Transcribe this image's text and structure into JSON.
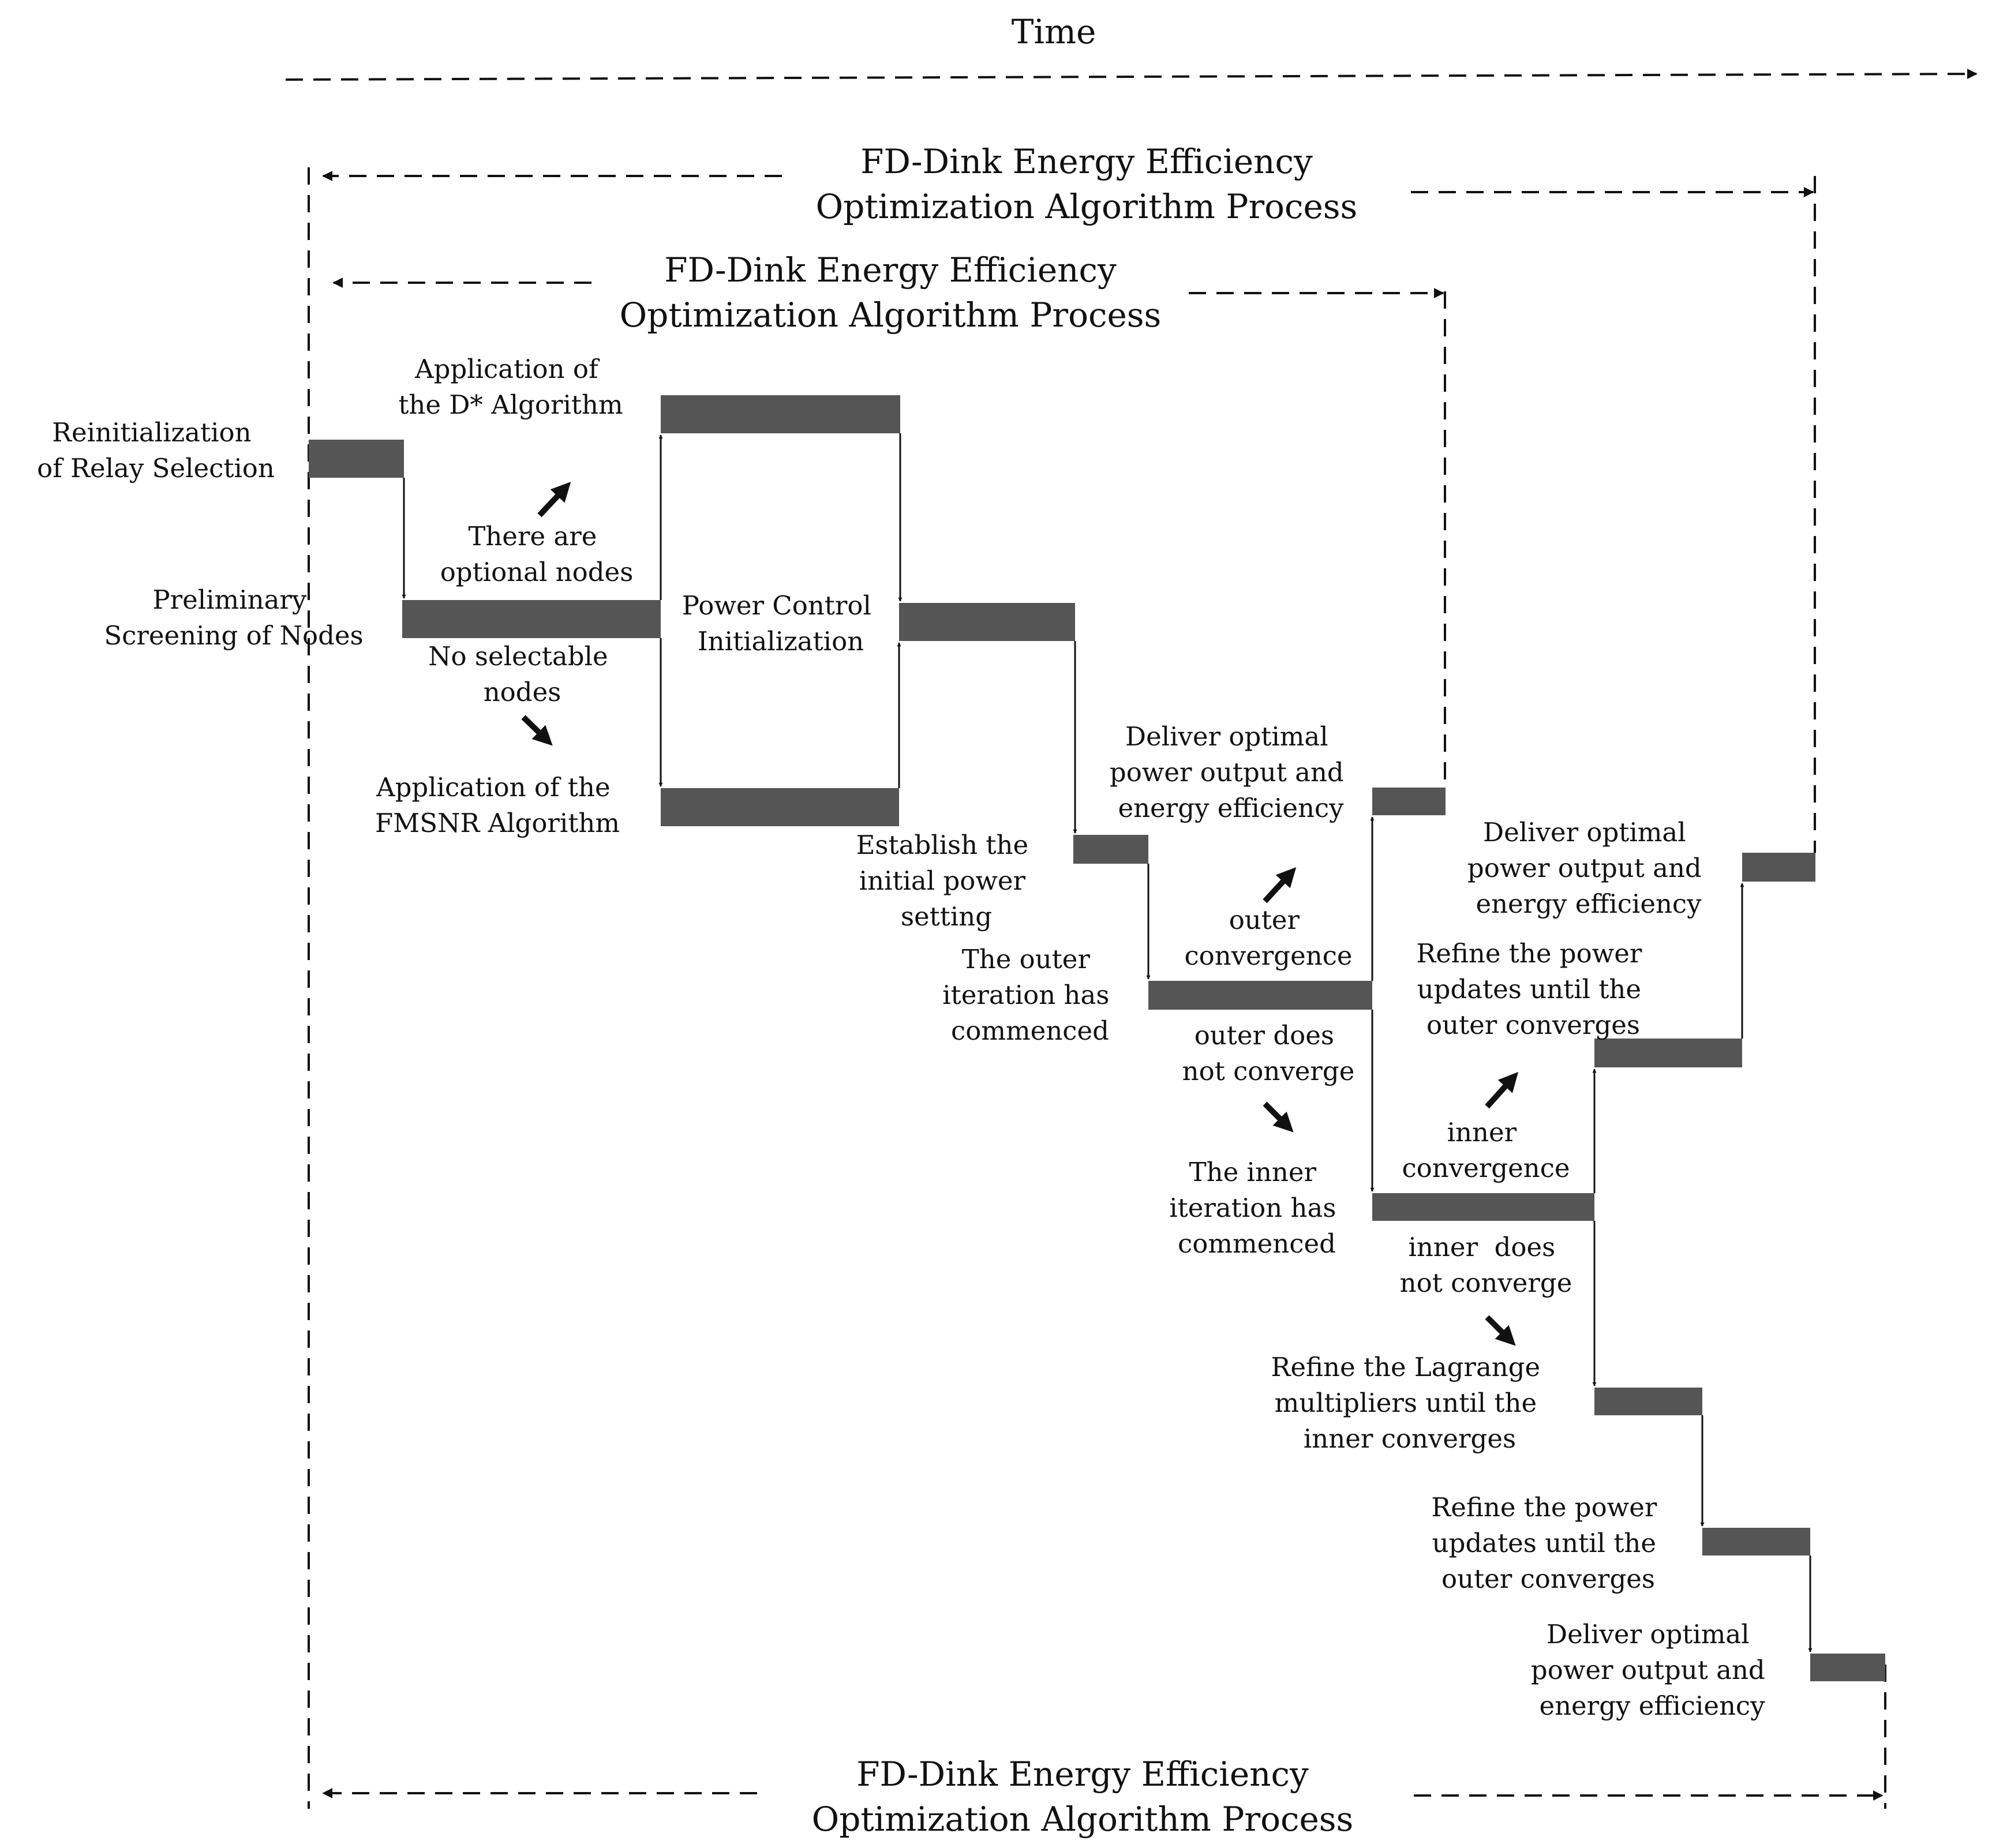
{
  "time_label": "Time",
  "process_titles": {
    "top_line1": "FD-Dink Energy Efficiency",
    "top_line2": "Optimization Algorithm Process",
    "inner_line1": "FD-Dink Energy Efficiency",
    "inner_line2": "Optimization Algorithm Process",
    "bottom_line1": "FD-Dink Energy Efficiency",
    "bottom_line2": "Optimization Algorithm Process"
  },
  "steps": {
    "reinit": [
      "Reinitialization",
      "of Relay Selection"
    ],
    "prelim": [
      "Preliminary",
      "Screening of Nodes"
    ],
    "dstar": [
      "Application of",
      "the D* Algorithm"
    ],
    "fmsnr": [
      "Application of the",
      "FMSNR Algorithm"
    ],
    "power_init": [
      "Power Control",
      "Initialization"
    ],
    "establish": [
      "Establish the",
      "initial power",
      "setting"
    ],
    "outer_commenced": [
      "The outer",
      "iteration has",
      "commenced"
    ],
    "deliver1": [
      "Deliver optimal",
      "power output and",
      "energy efficiency"
    ],
    "inner_commenced": [
      "The inner",
      "iteration has",
      "commenced"
    ],
    "refine_power1": [
      "Refine the power",
      "updates until the",
      "outer converges"
    ],
    "deliver2": [
      "Deliver optimal",
      "power output and",
      "energy efficiency"
    ],
    "lagrange": [
      "Refine the Lagrange",
      "multipliers until the",
      "inner converges"
    ],
    "refine_power2": [
      "Refine the power",
      "updates until the",
      "outer converges"
    ],
    "deliver3": [
      "Deliver optimal",
      "power output and",
      "energy efficiency"
    ]
  },
  "conditions": {
    "optional_nodes": [
      "There are",
      "optional nodes"
    ],
    "no_nodes": [
      "No selectable",
      "nodes"
    ],
    "outer_conv": [
      "outer",
      "convergence"
    ],
    "outer_not": [
      "outer does",
      "not converge"
    ],
    "inner_conv": [
      "inner",
      "convergence"
    ],
    "inner_not": [
      "inner  does",
      "not converge"
    ]
  }
}
